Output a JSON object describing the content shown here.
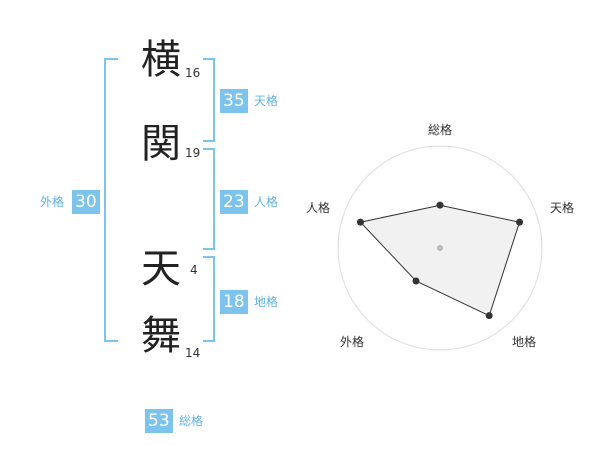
{
  "name": {
    "chars": [
      {
        "char": "横",
        "strokes": "16"
      },
      {
        "char": "関",
        "strokes": "19"
      },
      {
        "char": "天",
        "strokes": "4"
      },
      {
        "char": "舞",
        "strokes": "14"
      }
    ]
  },
  "kakusu": {
    "tenkaku": {
      "value": "35",
      "label": "天格"
    },
    "jinkaku": {
      "value": "23",
      "label": "人格"
    },
    "chikaku": {
      "value": "18",
      "label": "地格"
    },
    "gaikaku": {
      "value": "30",
      "label": "外格"
    },
    "soukaku": {
      "value": "53",
      "label": "総格"
    }
  },
  "colors": {
    "accent": "#7cc4ee",
    "chart_fill": "#eeeeee"
  },
  "chart_data": {
    "type": "radar",
    "axes": [
      "総格",
      "天格",
      "地格",
      "外格",
      "人格"
    ],
    "levels": 4,
    "values": [
      0.42,
      0.82,
      0.82,
      0.4,
      0.82
    ]
  }
}
